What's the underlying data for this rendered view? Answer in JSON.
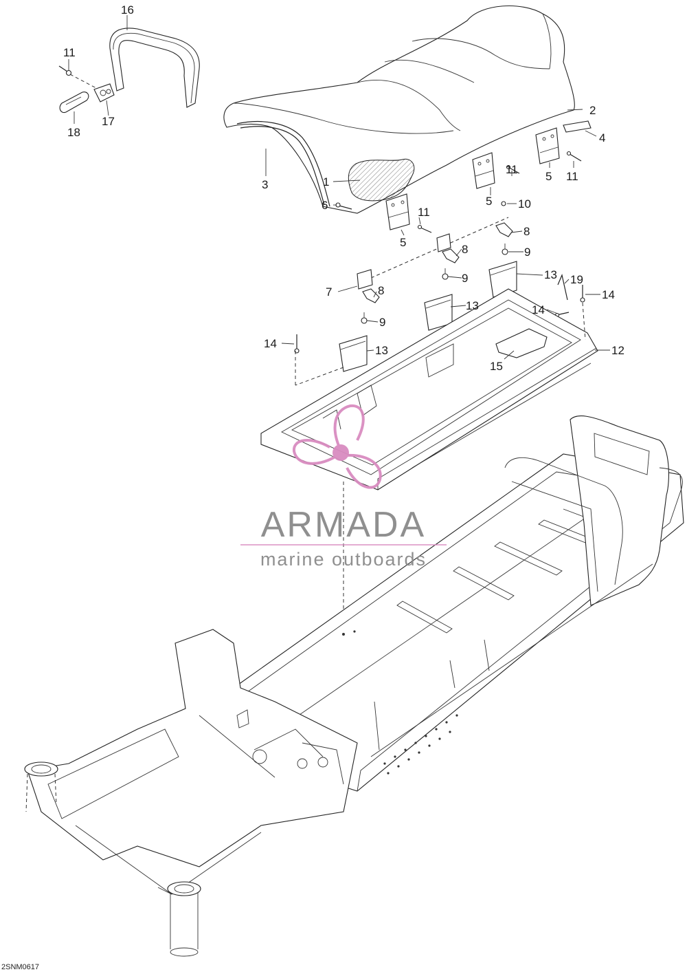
{
  "diagram_code": "2SNM0617",
  "callouts": [
    "16",
    "11",
    "18",
    "17",
    "2",
    "4",
    "3",
    "1",
    "5",
    "11",
    "5",
    "10",
    "6",
    "11",
    "5",
    "8",
    "8",
    "9",
    "9",
    "7",
    "8",
    "13",
    "19",
    "13",
    "14",
    "9",
    "14",
    "13",
    "15",
    "12",
    "14",
    "11"
  ],
  "watermark": {
    "brand": "ARMADA",
    "tagline": "marine outboards",
    "accent_color": "#d98cc0",
    "text_color": "#8a8a8a"
  }
}
